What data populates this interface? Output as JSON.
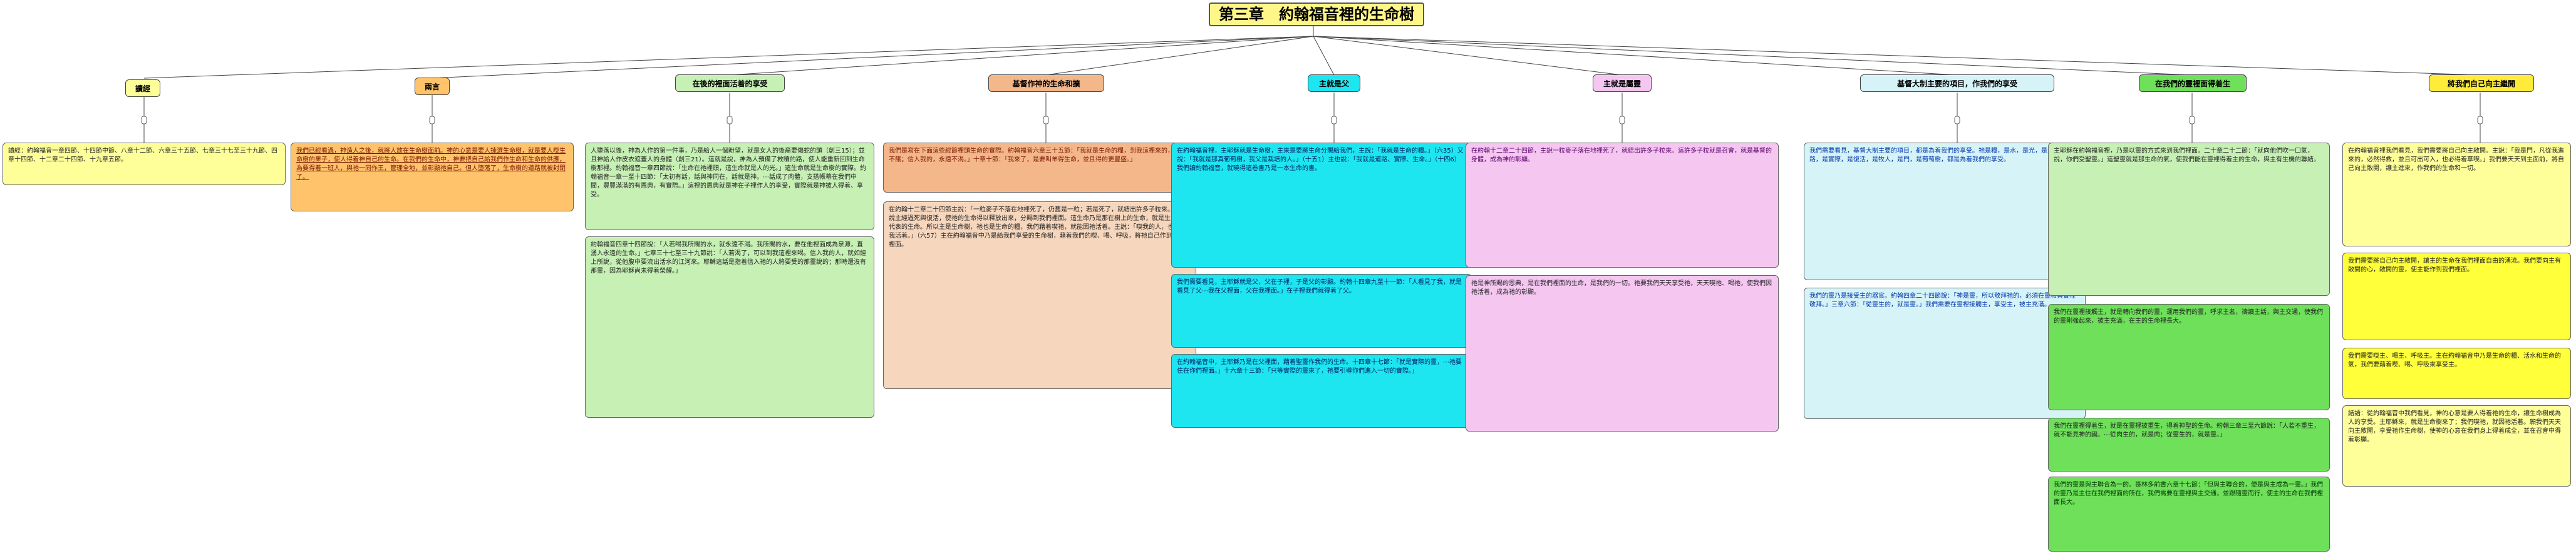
{
  "title": "第三章　約翰福音裡的生命樹",
  "colors": {
    "yellow": "#ffff9a",
    "orange_hdr": "#ffc36b",
    "green_hdr": "#c7f0b5",
    "salmon_hdr": "#f4b78a",
    "cyan_hdr": "#1ee6f0",
    "pink_hdr": "#f4c6f0",
    "lightcyan_hdr": "#d6f4f8",
    "lime_hdr": "#6ee05a",
    "gold_hdr": "#ffec3a"
  },
  "branches": [
    {
      "label": "讀經"
    },
    {
      "label": "兩言"
    },
    {
      "label": "在後的裡面活着的享受"
    },
    {
      "label": "基督作神的生命和擴"
    },
    {
      "label": "主就是父"
    },
    {
      "label": "主就是屬靈"
    },
    {
      "label": "基督大制主要的項目，作我們的享受"
    },
    {
      "label": "在我們的靈裡面得着生"
    },
    {
      "label": "將我們自己向主繼開"
    }
  ],
  "notes": {
    "n1": "讀經：約翰福音一章四節、十四節中節、八章十二節、六章三十五節、七章三十七至三十九節、四章十四節、十二章二十四節、十九章五節。",
    "n2": "我們已經看過，神造人之後，就將人放在生命樹面前。神的心意是要人揀選生命樹，就是要人喫生命樹的果子，使人得着神自己的生命。在我們的生命中，神要把自己給我們作生命和生命的供應，為要得着一班人，與祂一同作王，管理全地，並彰顯祂自己。但人墮落了，生命樹的道路就被封閉了。",
    "n3": "人墮落以後，神為人作的第一件事，乃是給人一個盼望，就是女人的後裔要傷蛇的頭（創三15）；並且神給人作皮衣遮蓋人的身體（創三21）。這就是說，神為人預備了救贖的路，使人能重新回到生命樹那裡。約翰福音一章四節說：「生命在祂裡頭，這生命就是人的光。」這生命就是生命樹的實際。約翰福音一章一至十四節：「太初有話，話與神同在，話就是神。⋯話成了肉體，支搭帳幕在我們中間，豐豐滿滿的有恩典，有實際。」這裡的恩典就是神在子裡作人的享受，實際就是神被人得着、享受。",
    "n4": "我們是寫在下面這些經節裡頭生命的實際。約翰福音六章三十五節：「我就是生命的糧，到我這裡來的，必定不餓；信入我的，永遠不渴。」十章十節：「我來了，是要叫羊得生命，並且得的更豐盛。」",
    "n5": "在約翰福音裡，主耶穌就是生命樹，主來是要將生命分賜給我們，主說：「我就是生命的糧。」（六35）又說：「我就是那真葡萄樹，我父是栽培的人。」（十五1）主也說：「我就是道路、實際、生命。」（十四6）我們讀約翰福音，就曉得這卷書乃是一本生命的書。",
    "n6": "在約翰十二章二十四節主說：「一粒麥子不落在地裡死了，仍舊是一粒；若是死了，就結出許多子粒來。」這是說主經過死與復活，使祂的生命得以釋放出來，分賜到我們裡面。這生命乃是那在樹上的生命，就是生命樹所代表的生命。所以主是生命樹，祂也是生命的糧，我們藉着喫祂，就能因祂活着。主說：「喫我的人，也要因我活着。」（六57）主在約翰福音中乃是給我們享受的生命樹，藉着我們的喫、喝、呼吸，將祂自己作到我們裡面。",
    "n7": "我們需要看見，主耶穌就是父，父在子裡，子是父的彰顯。約翰十四章九至十一節：「人看見了我，就是看見了父⋯我在父裡面，父在我裡面。」在子裡我們就得着了父。",
    "n8": "在約翰福音中，主耶穌乃是在父裡面，藉着聖靈作我們的生命。十四章十七節：「就是實際的靈，⋯祂要住在你們裡面。」十六章十三節：「只等實際的靈來了，祂要引導你們進入一切的實際。」",
    "n9": "約翰福音四章十四節說：「人若喝我所賜的水，就永遠不渴。我所賜的水，要在他裡面成為泉源，直湧入永遠的生命。」七章三十七至三十九節說：「人若渴了，可以到我這裡來喝。信入我的人，就如經上所說，從他腹中要流出活水的江河來。耶穌這話是指着信入祂的人將要受的那靈說的；那時還沒有那靈，因為耶穌尚未得着榮耀。」",
    "n10": "在約翰十二章二十四節，主說一粒麥子落在地裡死了，就結出許多子粒來。這許多子粒就是召會，就是基督的身體，成為神的彰顯。",
    "n11": "我們需要看見，基督大制主要的項目，都是為着我們的享受。祂是糧，是水，是光，是生命，是道路，是實際，是復活，是牧人，是門，是葡萄樹，都是為着我們的享受。",
    "n12": "祂是神所賜的恩典，是在我們裡面的生命，是我們的一切。祂要我們天天享受祂，天天喫祂、喝祂，使我們因祂活着，成為祂的彰顯。",
    "n13": "我們的靈乃是接受主的器官。約翰四章二十四節說：「神是靈，所以敬拜祂的，必須在靈和真實裡敬拜。」三章六節：「從靈生的，就是靈。」我們需要在靈裡接觸主，享受主，被主充滿。",
    "n14": "主耶穌在約翰福音裡，乃是以靈的方式來到我們裡面。二十章二十二節：「就向他們吹一口氣，說，你們受聖靈。」這聖靈就是那生命的氣，使我們能在靈裡得着主的生命，與主有生機的聯結。",
    "n15": "我們在靈裡接觸主，就是轉向我們的靈，運用我們的靈，呼求主名，禱讀主話，與主交通，使我們的靈剛強起來，被主充滿，在主的生命裡長大。",
    "n16": "我們在靈裡得着生，就是在靈裡被重生，得着神聖的生命。約翰三章三至六節說：「人若不重生，就不能見神的國。⋯從肉生的，就是肉；從靈生的，就是靈。」",
    "n17": "我們的靈是與主聯合為一的。哥林多前書六章十七節：「但與主聯合的，便是與主成為一靈。」我們的靈乃是主住在我們裡面的所在，我們需要在靈裡與主交通，並跟隨靈而行，使主的生命在我們裡面長大。",
    "n18": "在約翰福音裡我們看見，我們需要將自己向主敞開。主說：「我是門，凡從我進來的，必然得救，並且可出可入，也必得着草喫。」我們要天天到主面前，將自己向主敞開，讓主進來，作我們的生命和一切。",
    "n19": "我們需要將自己向主敞開，讓主的生命在我們裡面自由的湧流。我們要向主有敞開的心，敞開的靈，使主能作到我們裡面。",
    "n20": "我們需要喫主、喝主、呼吸主。主在約翰福音中乃是生命的糧、活水和生命的氣，我們要藉着喫、喝、呼吸來享受主。",
    "n21": "結語：從約翰福音中我們看見，神的心意是要人得着祂的生命，讓生命樹成為人的享受。主耶穌來，就是生命樹來了；我們喫祂，就因祂活着。願我們天天向主敞開，享受祂作生命樹，使神的心意在我們身上得着成全，並在召會中得着彰顯。"
  }
}
